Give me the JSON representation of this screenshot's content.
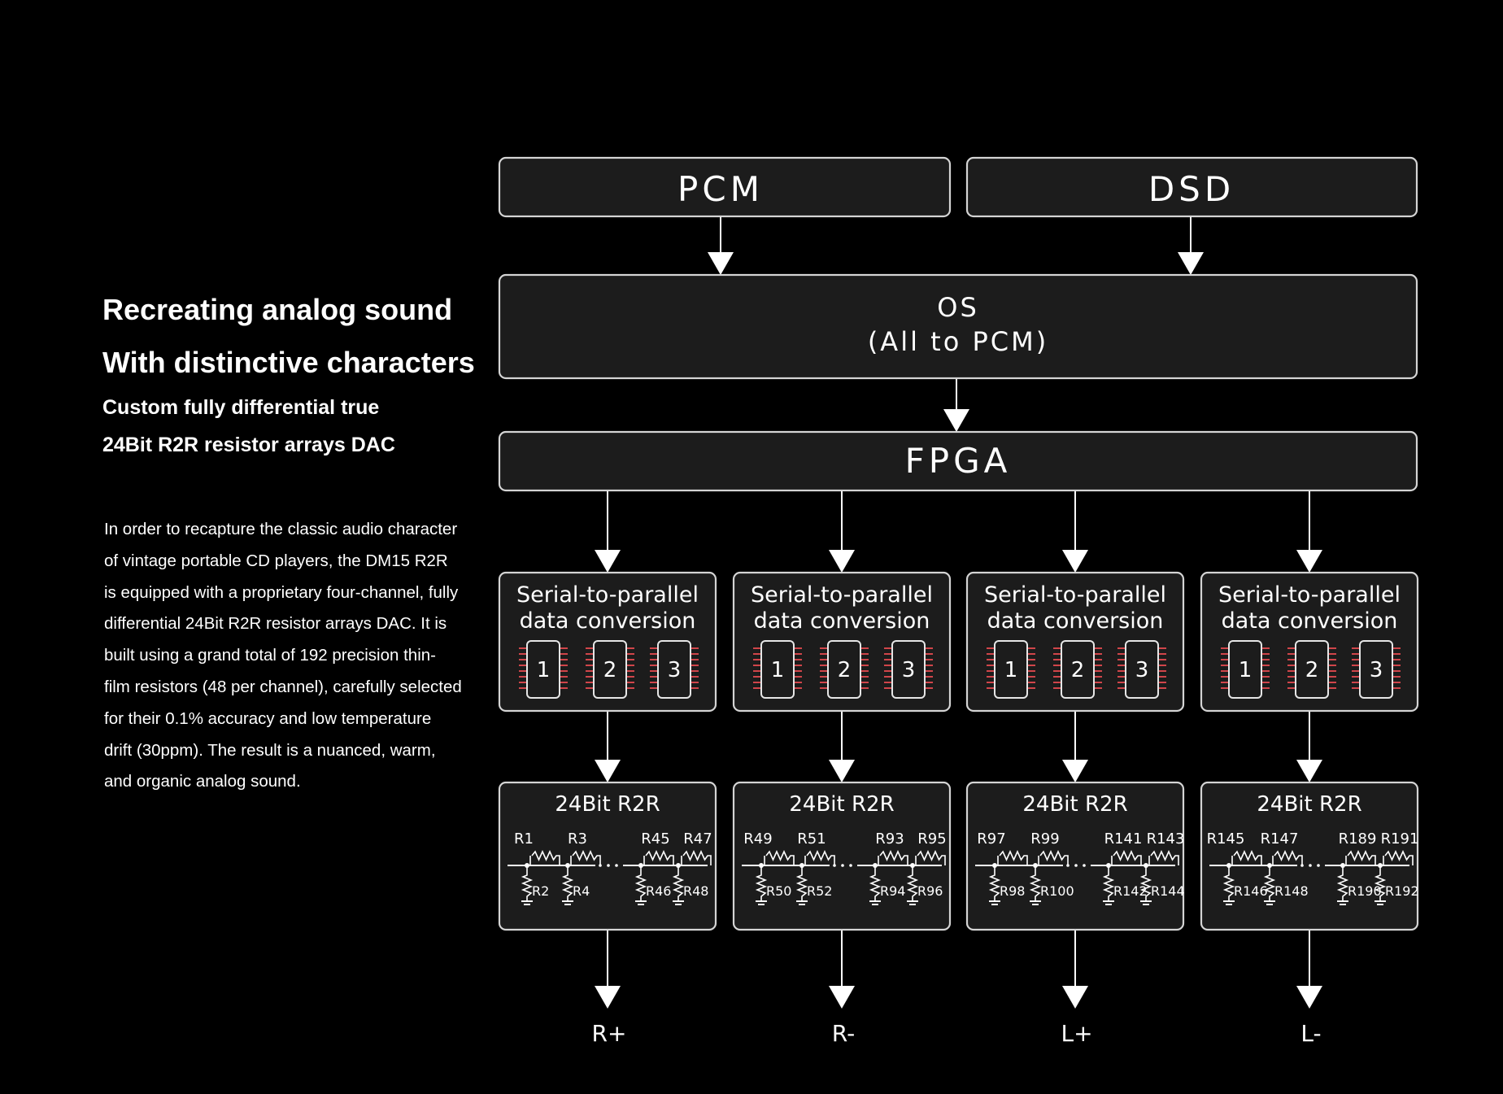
{
  "heading": {
    "line1": "Recreating analog sound",
    "line2": "With distinctive characters",
    "sub1": "Custom fully differential true",
    "sub2": "24Bit R2R resistor arrays DAC"
  },
  "paragraph": [
    "In order to recapture the classic audio character",
    "of vintage portable CD players, the DM15 R2R",
    "is equipped with a proprietary four-channel, fully",
    "differential 24Bit R2R resistor arrays DAC. It is",
    "built using a grand total of 192 precision thin-",
    "film resistors (48 per channel), carefully selected",
    "for their 0.1% accuracy and low temperature",
    "drift (30ppm). The result is a nuanced, warm,",
    "and organic analog sound."
  ],
  "diagram": {
    "inputs": [
      "PCM",
      "DSD"
    ],
    "os_line1": "OS",
    "os_line2": "(All to PCM)",
    "fpga": "FPGA",
    "channels": [
      {
        "sp_line1": "Serial-to-parallel",
        "sp_line2": "data conversion",
        "chips": [
          "1",
          "2",
          "3"
        ],
        "r2r_title": "24Bit R2R",
        "top_resistors": [
          "R1",
          "R3",
          "R45",
          "R47"
        ],
        "bottom_resistors": [
          "R2",
          "R4",
          "R46",
          "R48"
        ],
        "output": "R+"
      },
      {
        "sp_line1": "Serial-to-parallel",
        "sp_line2": "data conversion",
        "chips": [
          "1",
          "2",
          "3"
        ],
        "r2r_title": "24Bit R2R",
        "top_resistors": [
          "R49",
          "R51",
          "R93",
          "R95"
        ],
        "bottom_resistors": [
          "R50",
          "R52",
          "R94",
          "R96"
        ],
        "output": "R-"
      },
      {
        "sp_line1": "Serial-to-parallel",
        "sp_line2": "data conversion",
        "chips": [
          "1",
          "2",
          "3"
        ],
        "r2r_title": "24Bit R2R",
        "top_resistors": [
          "R97",
          "R99",
          "R141",
          "R143"
        ],
        "bottom_resistors": [
          "R98",
          "R100",
          "R142",
          "R144"
        ],
        "output": "L+"
      },
      {
        "sp_line1": "Serial-to-parallel",
        "sp_line2": "data conversion",
        "chips": [
          "1",
          "2",
          "3"
        ],
        "r2r_title": "24Bit R2R",
        "top_resistors": [
          "R145",
          "R147",
          "R189",
          "R191"
        ],
        "bottom_resistors": [
          "R146",
          "R148",
          "R190",
          "R192"
        ],
        "output": "L-"
      }
    ]
  }
}
